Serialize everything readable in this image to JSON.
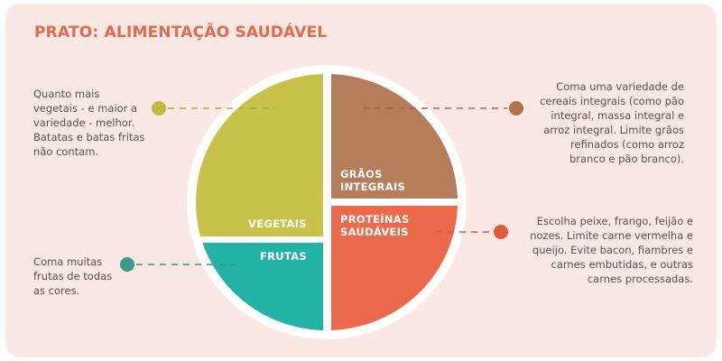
{
  "title": "PRATO: ALIMENTAÇÃO SAUDÁVEL",
  "colors": {
    "background": "#fbe8e4",
    "title": "#e46a4c",
    "plate": "#ffffff",
    "vegetais": "#c9c24a",
    "graos": "#b57d5a",
    "proteinas": "#ec6a4c",
    "frutas": "#22b2a6",
    "frutas_dot": "#3a9a8c",
    "text": "#5a4f55"
  },
  "segments": {
    "vegetais": {
      "label": "VEGETAIS"
    },
    "graos": {
      "label_line1": "GRÃOS",
      "label_line2": "INTEGRAIS"
    },
    "proteinas": {
      "label_line1": "PROTEÍNAS",
      "label_line2": "SAUDÁVEIS"
    },
    "frutas": {
      "label": "FRUTAS"
    }
  },
  "notes": {
    "vegetais": [
      "Quanto mais",
      "vegetais - e maior a",
      "variedade - melhor.",
      "Batatas e batas fritas",
      "não contam."
    ],
    "graos": [
      "Coma uma variedade de",
      "cereais integrais (como pão",
      "integral, massa integral e",
      "arroz integral. Limite grãos",
      "refinados (como arroz",
      "branco e pão branco)."
    ],
    "proteinas": [
      "Escolha peixe, frango, feijão e",
      "nozes. Limite carne vermelha e",
      "queijo. Evite bacon, fiambres e",
      "carnes embutidas, e outras",
      "carnes processadas."
    ],
    "frutas": [
      "Coma muitas",
      "frutas de todas",
      "as cores."
    ]
  }
}
